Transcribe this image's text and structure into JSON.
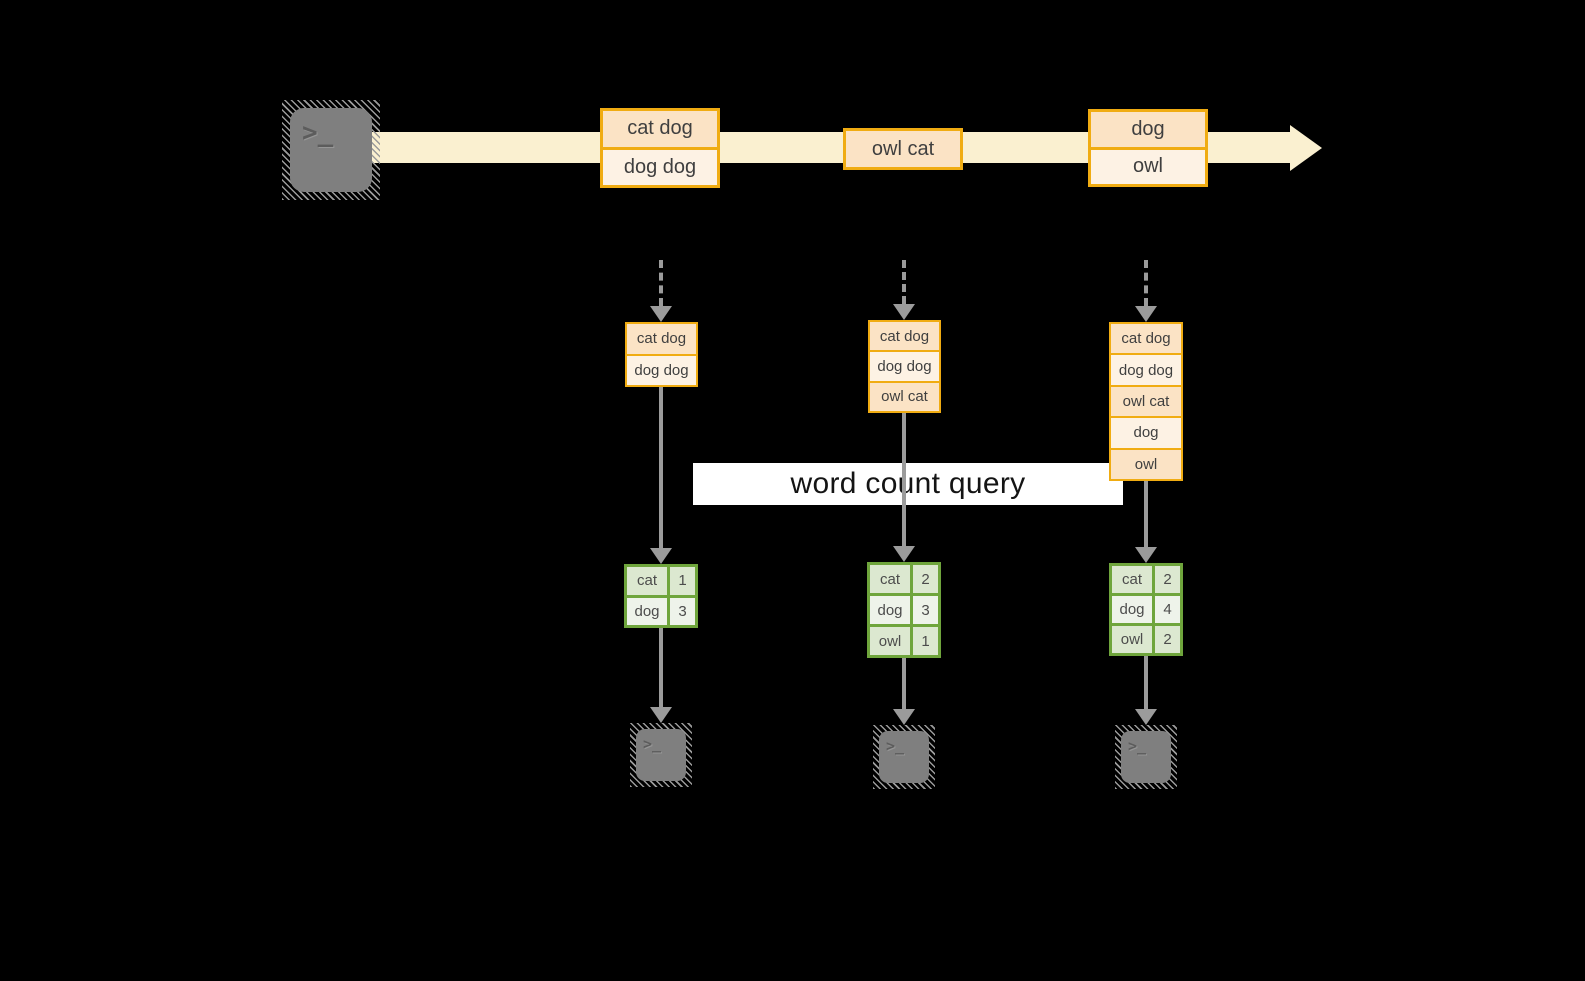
{
  "colors": {
    "band": "#FAF0D0",
    "amber": "#F0AC12",
    "peach_dark": "#FBE3C5",
    "peach_light": "#FDF2E4",
    "green": "#6FA53C",
    "green_dark": "#DCE8D0",
    "green_light": "#EEF3EA",
    "gray": "#9B9B9B",
    "icon_gray": "#7F7F7F",
    "text_dark": "#3F3F3F",
    "query_bg": "#FFFFFF",
    "query_text": "#141414"
  },
  "icons": {
    "terminal_glyph": ">_"
  },
  "stream": {
    "events": [
      {
        "rows": [
          "cat dog",
          "dog dog"
        ]
      },
      {
        "rows": [
          "owl cat"
        ]
      },
      {
        "rows": [
          "dog",
          "owl"
        ]
      }
    ]
  },
  "query": {
    "label": "word count query"
  },
  "columns": [
    {
      "buffer": [
        "cat dog",
        "dog dog"
      ],
      "counts": [
        {
          "word": "cat",
          "count": "1"
        },
        {
          "word": "dog",
          "count": "3"
        }
      ]
    },
    {
      "buffer": [
        "cat dog",
        "dog dog",
        "owl cat"
      ],
      "counts": [
        {
          "word": "cat",
          "count": "2"
        },
        {
          "word": "dog",
          "count": "3"
        },
        {
          "word": "owl",
          "count": "1"
        }
      ]
    },
    {
      "buffer": [
        "cat dog",
        "dog dog",
        "owl cat",
        "dog",
        "owl"
      ],
      "counts": [
        {
          "word": "cat",
          "count": "2"
        },
        {
          "word": "dog",
          "count": "4"
        },
        {
          "word": "owl",
          "count": "2"
        }
      ]
    }
  ]
}
